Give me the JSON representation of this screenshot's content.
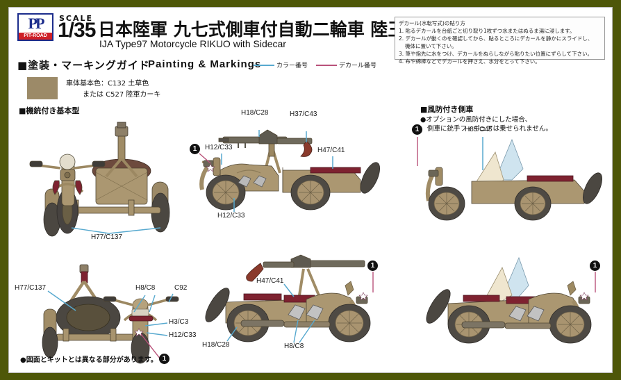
{
  "sheet": {
    "border_color": "#4e5709",
    "background": "#ffffff"
  },
  "header": {
    "logo_mark": "PP",
    "brand": "PIT-ROAD",
    "scale_word": "SCALE",
    "scale_value": "1/35",
    "title_jp": "日本陸軍 九七式側車付自動二輪車 陸王",
    "title_en": "IJA Type97 Motorcycle RIKUO with Sidecar"
  },
  "guide": {
    "heading_jp": "■塗装・マーキングガイド",
    "heading_en": "Painting & Markings",
    "legend": [
      {
        "label": "カラー番号",
        "color": "#57a9cf"
      },
      {
        "label": "デカール番号",
        "color": "#b9527a"
      }
    ]
  },
  "decal_box": {
    "title": "デカール(水転写式)の貼り方",
    "steps": [
      "1. 貼るデカールを台紙ごと切り取り1枚ずつ水またはぬるま湯に浸します。",
      "2. デカールが動くのを確認してから、貼るところにデカールを静かにスライドし、",
      "機体に置いて下さい。",
      "3. 筆や指先に水をつけ、デカールをぬらしながら貼りたい位置にずらして下さい。",
      "4. 布や綿棒などでデカールを押さえ、水分をとって下さい。"
    ]
  },
  "base_color": {
    "chip_hex": "#9c8a68",
    "line1": "車体基本色：C132 土草色",
    "line2": "または C527 陸軍カーキ"
  },
  "sections": {
    "basic_type": "■機銃付き基本型",
    "windshield_type": "■風防付き側車",
    "windshield_note_line1": "●オプションの風防付きにした場合、",
    "windshield_note_line2": "側車に銃手フィギュアは乗せられません。"
  },
  "callouts": {
    "fig_front_basic": [
      {
        "text": "H77/C137"
      }
    ],
    "fig_side_basic": [
      {
        "text": "H18/C28"
      },
      {
        "text": "H37/C43"
      },
      {
        "text": "H12/C33"
      },
      {
        "text": "H47/C41"
      },
      {
        "text": "H12/C33"
      }
    ],
    "fig_windshield_sidecar": [
      {
        "text": "H85/C45"
      }
    ],
    "fig_front_rear": [
      {
        "text": "H77/C137"
      },
      {
        "text": "H8/C8"
      },
      {
        "text": "C92"
      },
      {
        "text": "H3/C3"
      },
      {
        "text": "H12/C33"
      }
    ],
    "fig_bike_gun": [
      {
        "text": "H47/C41"
      },
      {
        "text": "H18/C28"
      },
      {
        "text": "H8/C8"
      }
    ],
    "decal_marker": "1"
  },
  "footer": {
    "note": "●図面とキットとは異なる部分があります。"
  }
}
